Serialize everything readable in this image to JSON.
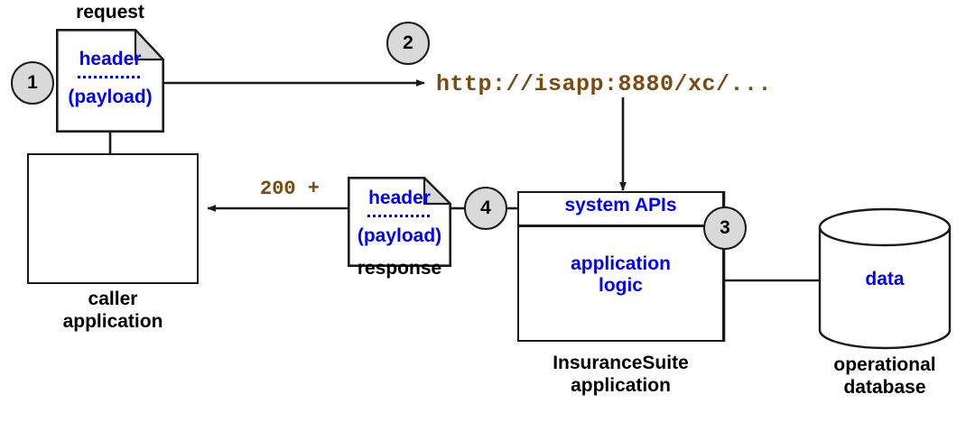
{
  "diagram": {
    "title": "InsuranceSuite REST API request flow",
    "colors": {
      "blue_text": "#0000ff",
      "brown_mono": "#7b4a10",
      "stroke": "#1a1a1a",
      "circle_fill": "#d9d9d9",
      "fold_fill": "#d9d9d9",
      "background": "#ffffff"
    },
    "steps": [
      {
        "id": "step-1",
        "number": "1"
      },
      {
        "id": "step-2",
        "number": "2"
      },
      {
        "id": "step-3",
        "number": "3"
      },
      {
        "id": "step-4",
        "number": "4"
      }
    ],
    "nodes": {
      "request_doc": {
        "caption": "request",
        "line1": "header",
        "line2": "(payload)"
      },
      "response_doc": {
        "caption": "response",
        "line1": "header",
        "line2": "(payload)"
      },
      "caller": {
        "caption": "caller\napplication"
      },
      "insurance_suite": {
        "caption": "InsuranceSuite\napplication",
        "top_band": "system APIs",
        "body": "application\nlogic"
      },
      "database": {
        "caption": "operational\ndatabase",
        "inner_label": "data"
      }
    },
    "annotations": {
      "url": "http://isapp:8880/xc/...",
      "status": "200 +"
    }
  }
}
